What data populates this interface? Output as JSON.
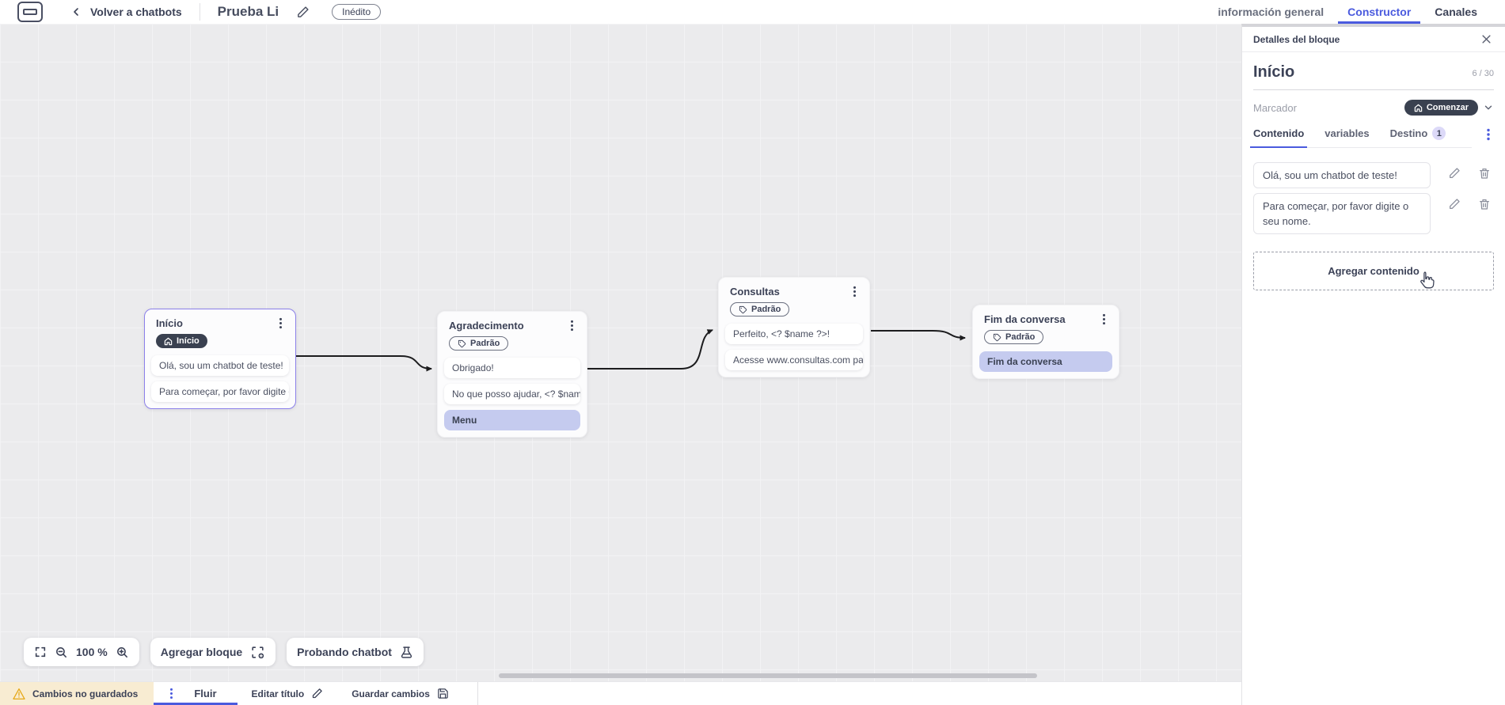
{
  "header": {
    "back_label": "Volver a chatbots",
    "title": "Prueba Li",
    "status_badge": "Inédito",
    "tabs": [
      {
        "label": "información general",
        "active": false
      },
      {
        "label": "Constructor",
        "active": true
      },
      {
        "label": "Canales",
        "active": false
      }
    ]
  },
  "canvas": {
    "zoom_level": "100 %",
    "add_block_label": "Agregar bloque",
    "test_chatbot_label": "Probando chatbot",
    "blocks": [
      {
        "title": "Início",
        "badge": "Início",
        "badge_style": "dark",
        "selected": true,
        "items": [
          {
            "text": "Olá, sou um chatbot de teste!",
            "style": "plain"
          },
          {
            "text": "Para começar, por favor digite o ...",
            "style": "plain"
          }
        ]
      },
      {
        "title": "Agradecimento",
        "badge": "Padrão",
        "badge_style": "outline",
        "selected": false,
        "items": [
          {
            "text": "Obrigado!",
            "style": "plain"
          },
          {
            "text": "No que posso ajudar, <? $name ...",
            "style": "plain"
          },
          {
            "text": "Menu",
            "style": "highlight"
          }
        ]
      },
      {
        "title": "Consultas",
        "badge": "Padrão",
        "badge_style": "outline",
        "selected": false,
        "items": [
          {
            "text": "Perfeito, <? $name ?>!",
            "style": "plain"
          },
          {
            "text": "Acesse www.consultas.com par...",
            "style": "plain"
          }
        ]
      },
      {
        "title": "Fim da conversa",
        "badge": "Padrão",
        "badge_style": "outline",
        "selected": false,
        "items": [
          {
            "text": "Fim da conversa",
            "style": "highlight"
          }
        ]
      }
    ]
  },
  "panel": {
    "header": "Detalles del bloque",
    "block_name": "Início",
    "char_counter": "6 / 30",
    "marker_label": "Marcador",
    "marker_value": "Comenzar",
    "tabs": [
      {
        "label": "Contenido",
        "active": true
      },
      {
        "label": "variables",
        "active": false
      },
      {
        "label": "Destino",
        "active": false,
        "badge": "1"
      }
    ],
    "contents": [
      "Olá, sou um chatbot de teste!",
      "Para começar, por favor digite o seu nome."
    ],
    "add_content_label": "Agregar contenido"
  },
  "footer": {
    "unsaved_label": "Cambios no guardados",
    "flow_tab": "Fluir",
    "edit_title_label": "Editar título",
    "save_label": "Guardar cambios"
  },
  "colors": {
    "accent": "#4a5ade",
    "selected_block_border": "#8c81ea",
    "dark_pill": "#3a4150",
    "highlight_item": "#c5cbef",
    "destino_badge": "#dcd9f8",
    "warning_bg": "#f8ecd2",
    "warning_icon": "#e6a817",
    "canvas_bg": "#ebebed",
    "edge": "#1c1c1e"
  }
}
